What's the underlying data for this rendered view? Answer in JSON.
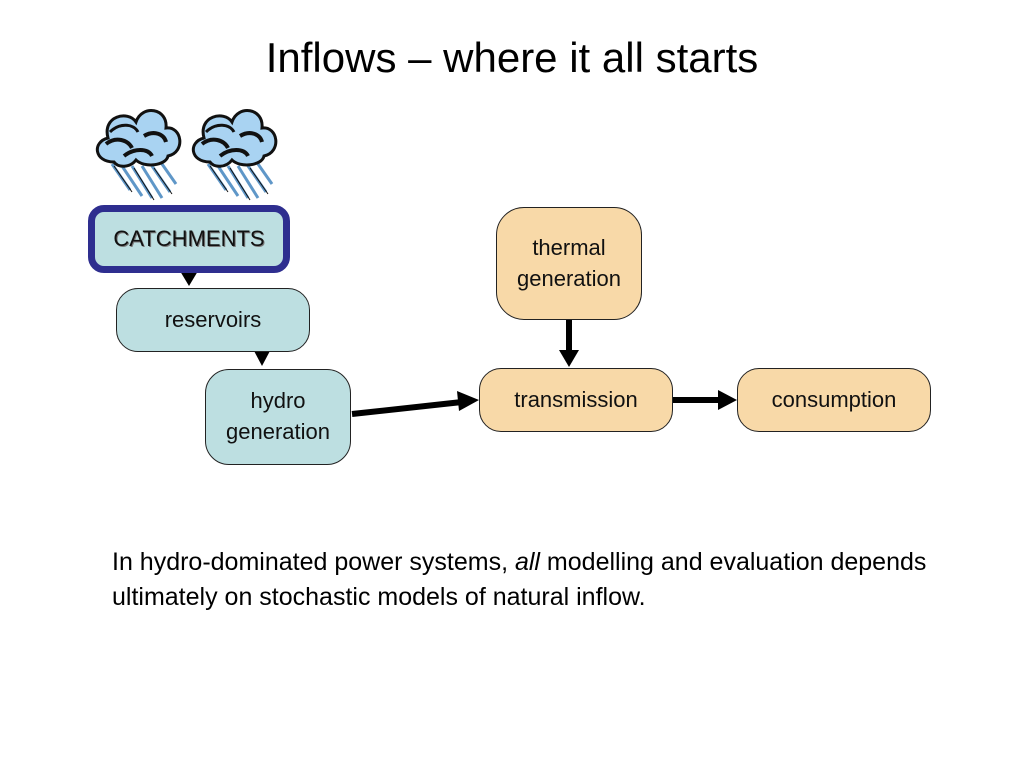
{
  "slide": {
    "title": "Inflows – where it all starts",
    "nodes": {
      "catchments": "CATCHMENTS",
      "reservoirs": "reservoirs",
      "hydro_line1": "hydro",
      "hydro_line2": "generation",
      "thermal_line1": "thermal",
      "thermal_line2": "generation",
      "transmission": "transmission",
      "consumption": "consumption"
    },
    "caption": {
      "part1": "In hydro-dominated power systems, ",
      "emphasis": "all",
      "part2": " modelling and evaluation depends ultimately on stochastic models of natural inflow."
    }
  },
  "icons": [
    "rain-cloud-icon",
    "rain-cloud-icon"
  ],
  "colors": {
    "hydro_fill": "#bddfe1",
    "thermal_fill": "#f8d9a8",
    "catchment_border": "#2e2e8f",
    "cloud_fill": "#a9d3f2",
    "rain": "#5f97c8"
  }
}
